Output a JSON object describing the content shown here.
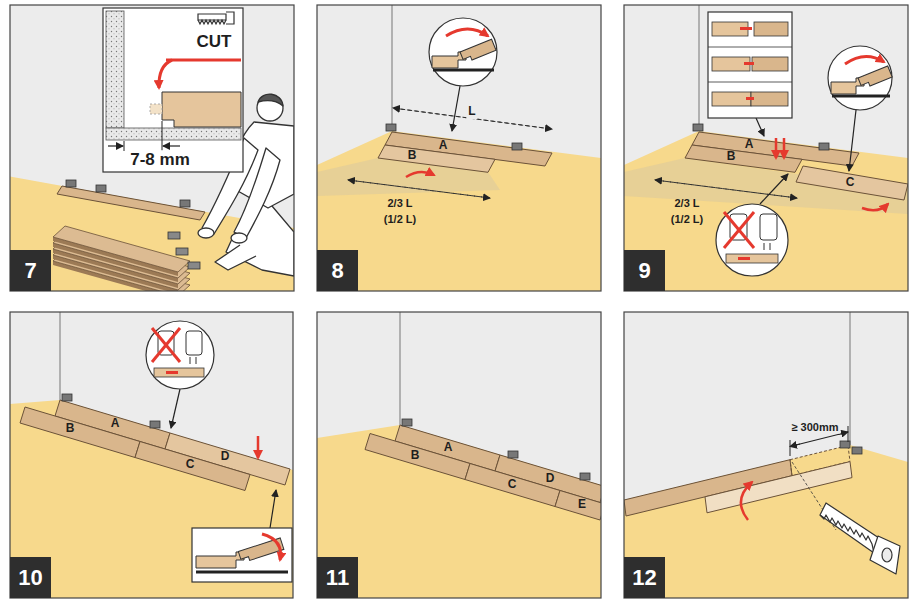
{
  "diagram": {
    "nodes": [
      {
        "text": [
          "7"
        ]
      },
      {
        "text": [
          "8"
        ]
      },
      {
        "text": [
          "9"
        ]
      },
      {
        "text": [
          "10"
        ]
      },
      {
        "text": [
          "11"
        ]
      },
      {
        "text": [
          "12"
        ]
      }
    ],
    "labels": [
      "CUT",
      "7-8 mm",
      "L",
      "A",
      "B",
      "2/3 L",
      "(1/2 L)",
      "A",
      "B",
      "C",
      "2/3 L",
      "(1/2 L)",
      "B",
      "A",
      "C",
      "D",
      "B",
      "A",
      "C",
      "D",
      "E",
      "≥ 300mm"
    ]
  }
}
